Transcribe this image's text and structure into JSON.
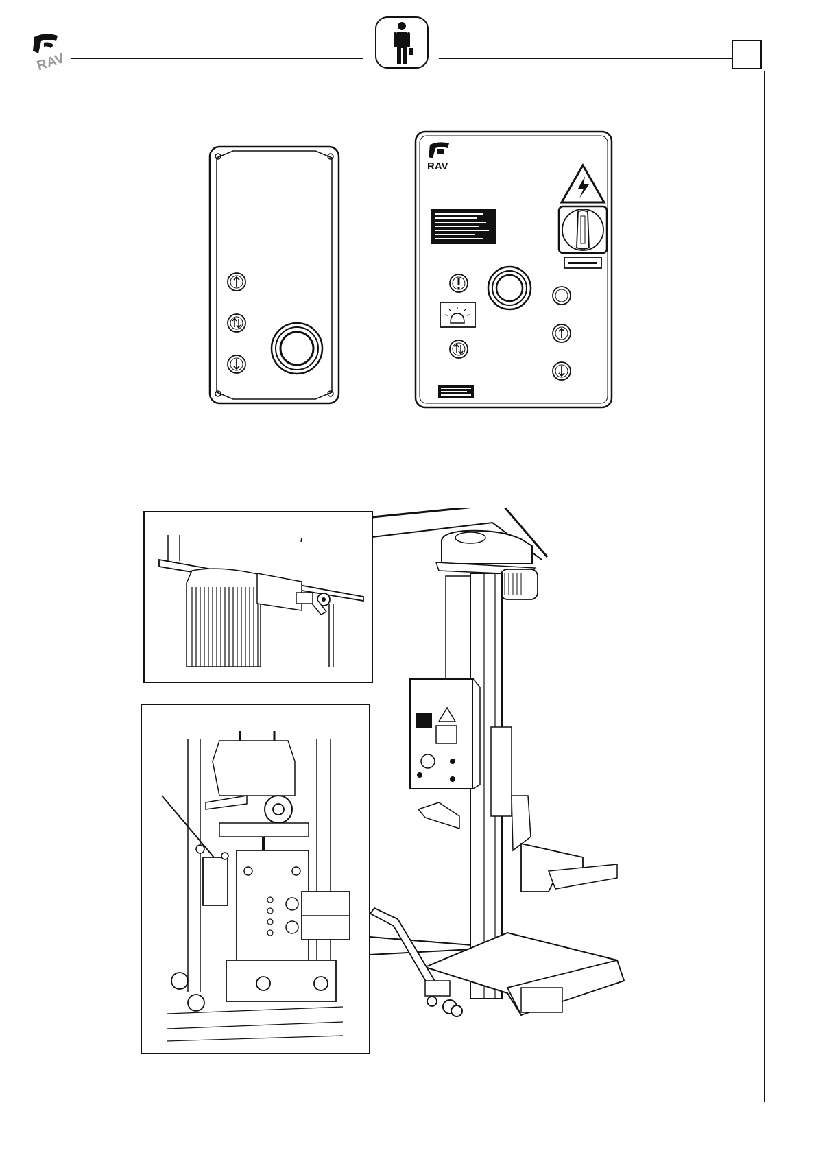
{
  "header": {
    "logo_icon": "rav-logo-icon",
    "badge_icon": "operator-person-icon",
    "chapter_box_text": ""
  },
  "figures": {
    "small_panel": {
      "buttons": [
        "up-arrow-icon",
        "updown-arrow-icon",
        "down-arrow-icon"
      ],
      "emergency_stop": "mushroom-stop-button"
    },
    "main_panel": {
      "logo_icon": "rav-logo-icon",
      "warning_icon": "high-voltage-warning-icon",
      "main_switch": "rotary-main-switch",
      "left_column": [
        "exclamation-button-icon",
        "beacon-lamp-icon",
        "updown-arrow-icon"
      ],
      "right_column": [
        "indicator-lamp-icon",
        "up-arrow-icon",
        "down-arrow-icon"
      ]
    },
    "column_lift": {
      "detail_top": "motor-limit-switch-detail",
      "detail_bottom": "carriage-safety-device-detail"
    }
  },
  "colors": {
    "ink": "#111111",
    "paper": "#ffffff",
    "logo_grey": "#9a9a9a"
  }
}
